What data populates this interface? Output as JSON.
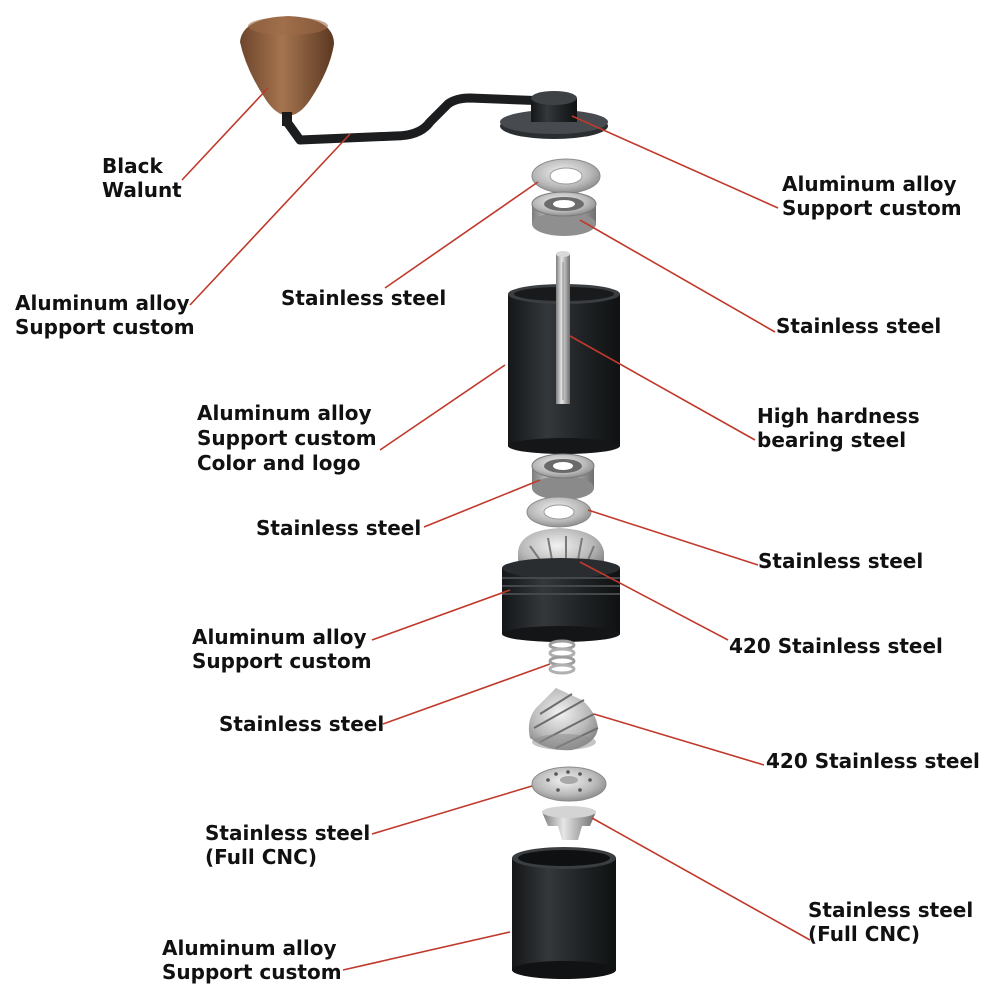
{
  "colors": {
    "leader_line": "#c0392b",
    "label_text": "#111111",
    "aluminum_black": "#1f2224",
    "walnut": "#8a5a3a",
    "steel": "#b9b9b9"
  },
  "parts": [
    {
      "id": "knob",
      "lines": [
        "Black",
        "Walunt"
      ]
    },
    {
      "id": "crank-arm",
      "lines": [
        "Aluminum alloy",
        "Support custom"
      ]
    },
    {
      "id": "top-cap",
      "lines": [
        "Aluminum alloy",
        "Support custom"
      ]
    },
    {
      "id": "top-washer",
      "lines": [
        "Stainless steel"
      ]
    },
    {
      "id": "top-bearing",
      "lines": [
        "Stainless steel"
      ]
    },
    {
      "id": "shaft",
      "lines": [
        "High hardness",
        "bearing steel"
      ]
    },
    {
      "id": "main-body",
      "lines": [
        "Aluminum alloy",
        "Support custom",
        "Color and logo"
      ]
    },
    {
      "id": "lower-bearing",
      "lines": [
        "Stainless steel"
      ]
    },
    {
      "id": "lower-washer",
      "lines": [
        "Stainless steel"
      ]
    },
    {
      "id": "outer-burr",
      "lines": [
        "420 Stainless steel"
      ]
    },
    {
      "id": "burr-housing",
      "lines": [
        "Aluminum alloy",
        "Support custom"
      ]
    },
    {
      "id": "spring",
      "lines": [
        "Stainless steel"
      ]
    },
    {
      "id": "inner-burr",
      "lines": [
        "420 Stainless steel"
      ]
    },
    {
      "id": "adjust-disc",
      "lines": [
        "Stainless steel",
        "(Full CNC)"
      ]
    },
    {
      "id": "adjust-base",
      "lines": [
        "Stainless steel",
        "(Full CNC)"
      ]
    },
    {
      "id": "catch-cup",
      "lines": [
        "Aluminum alloy",
        "Support custom"
      ]
    }
  ]
}
